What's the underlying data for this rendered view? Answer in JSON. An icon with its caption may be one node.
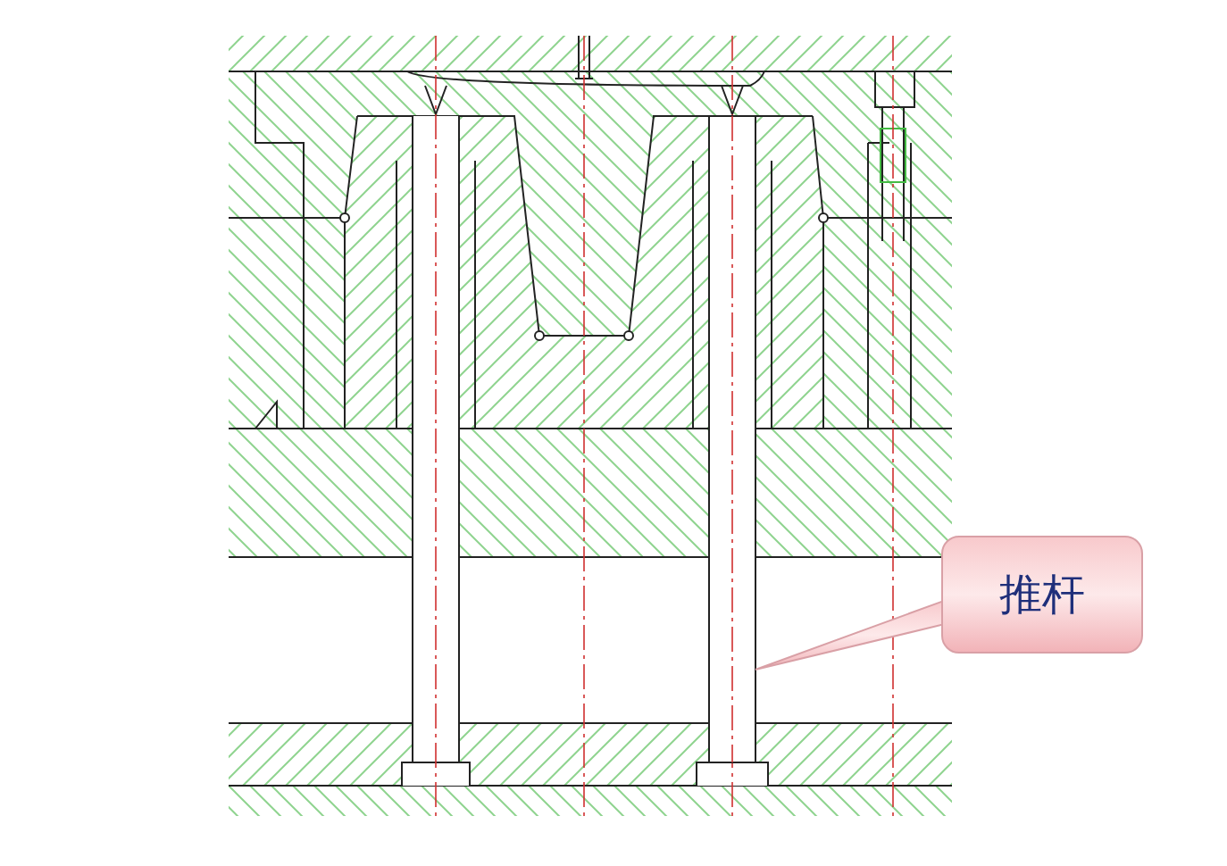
{
  "diagram": {
    "nodes": [
      {
        "text": [
          "推杆"
        ]
      },
      {
        "text": [],
        "shape": "bar"
      }
    ],
    "edges": [
      {
        "from": 0,
        "to": 1,
        "arrow": "none"
      }
    ]
  }
}
